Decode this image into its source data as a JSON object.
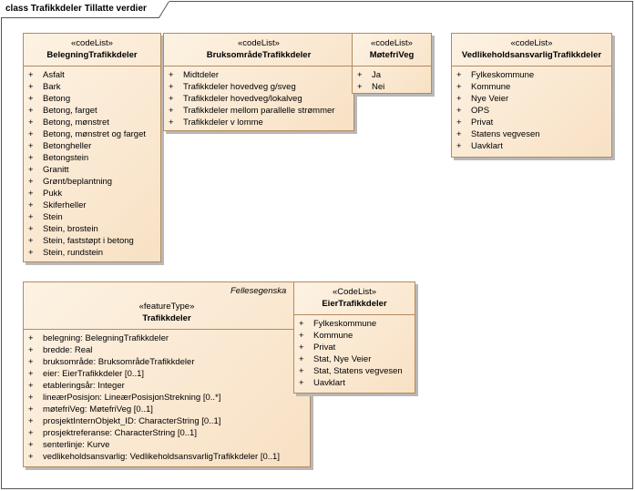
{
  "frame": {
    "title": "class Trafikkdeler Tillatte verdier"
  },
  "classes": {
    "belegning": {
      "stereotype": "«codeList»",
      "name": "BelegningTrafikkdeler",
      "items": [
        "Asfalt",
        "Bark",
        "Betong",
        "Betong, farget",
        "Betong, mønstret",
        "Betong, mønstret og farget",
        "Betongheller",
        "Betongstein",
        "Granitt",
        "Grønt/beplantning",
        "Pukk",
        "Skiferheller",
        "Stein",
        "Stein, brostein",
        "Stein, faststøpt i betong",
        "Stein, rundstein"
      ]
    },
    "bruksomrade": {
      "stereotype": "«codeList»",
      "name": "BruksområdeTrafikkdeler",
      "items": [
        "Midtdeler",
        "Trafikkdeler hovedveg g/sveg",
        "Trafikkdeler hovedveg/lokalveg",
        "Trafikkdeler mellom parallelle strømmer",
        "Trafikkdeler v lomme"
      ]
    },
    "motefri": {
      "stereotype": "«codeList»",
      "name": "MøtefriVeg",
      "items": [
        "Ja",
        "Nei"
      ]
    },
    "vedlikehold": {
      "stereotype": "«codeList»",
      "name": "VedlikeholdsansvarligTrafikkdeler",
      "items": [
        "Fylkeskommune",
        "Kommune",
        "Nye Veier",
        "OPS",
        "Privat",
        "Statens vegvesen",
        "Uavklart"
      ]
    },
    "trafikkdeler": {
      "package_label": "Fellesegenska",
      "stereotype": "«featureType»",
      "name": "Trafikkdeler",
      "items": [
        "belegning: BelegningTrafikkdeler",
        "bredde: Real",
        "bruksområde: BruksområdeTrafikkdeler",
        "eier: EierTrafikkdeler [0..1]",
        "etableringsår: Integer",
        "lineærPosisjon: LineærPosisjonStrekning [0..*]",
        "møtefriVeg: MøtefriVeg [0..1]",
        "prosjektInternObjekt_ID: CharacterString [0..1]",
        "prosjektreferanse: CharacterString [0..1]",
        "senterlinje: Kurve",
        "vedlikeholdsansvarlig: VedlikeholdsansvarligTrafikkdeler [0..1]"
      ]
    },
    "eier": {
      "stereotype": "«CodeList»",
      "name": "EierTrafikkdeler",
      "items": [
        "Fylkeskommune",
        "Kommune",
        "Privat",
        "Stat, Nye Veier",
        "Stat, Statens vegvesen",
        "Uavklart"
      ]
    }
  },
  "visibility_marker": "+"
}
